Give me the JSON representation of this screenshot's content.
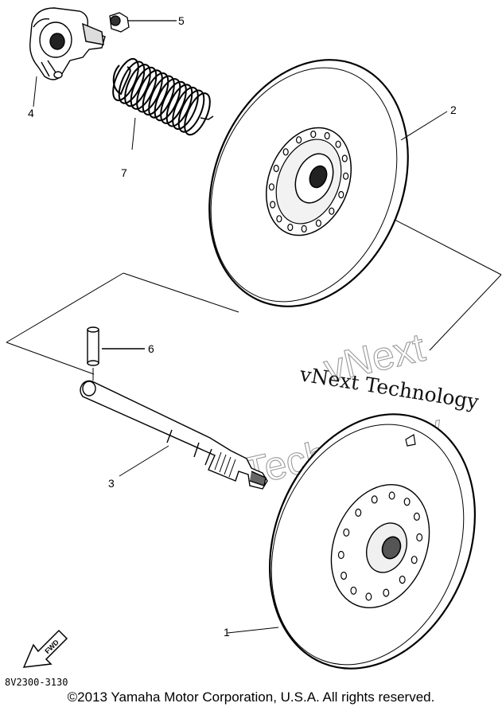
{
  "diagram": {
    "parts": [
      {
        "ref": "1",
        "label": "1"
      },
      {
        "ref": "2",
        "label": "2"
      },
      {
        "ref": "3",
        "label": "3"
      },
      {
        "ref": "4",
        "label": "4"
      },
      {
        "ref": "5",
        "label": "5"
      },
      {
        "ref": "6",
        "label": "6"
      },
      {
        "ref": "7",
        "label": "7"
      }
    ],
    "diagram_code": "8V2300-3130",
    "fwd_label": "FWD"
  },
  "watermark": {
    "big_line1": "vNext",
    "big_line2": "Technology",
    "small": "vNext Technology"
  },
  "footer": {
    "copyright": "©2013 Yamaha Motor Corporation, U.S.A. All rights reserved."
  }
}
